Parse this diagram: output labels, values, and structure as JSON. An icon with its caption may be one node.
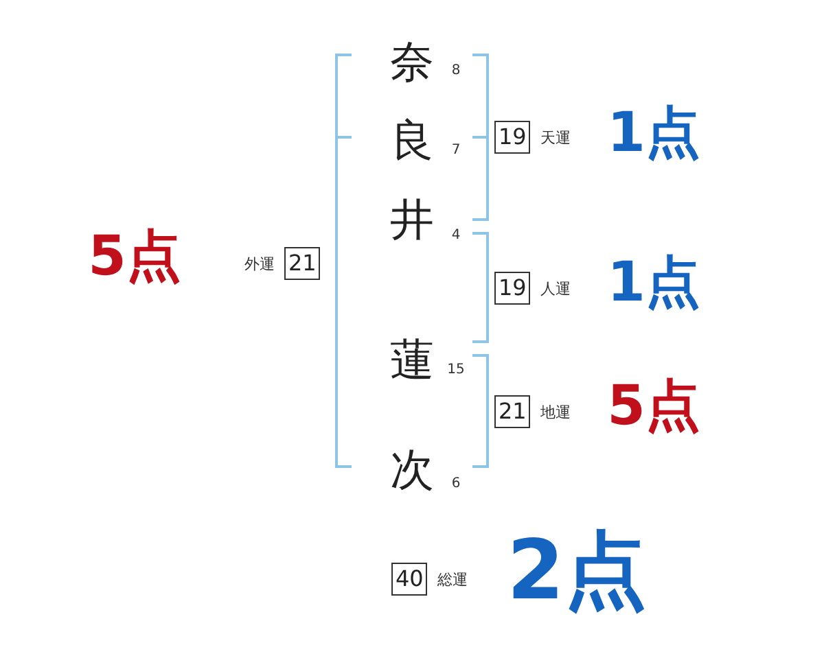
{
  "diagram": {
    "nodes": [
      {
        "text": [
          "19"
        ],
        "beside": [
          "天運"
        ]
      },
      {
        "text": [
          "21"
        ],
        "beside": [
          "外運"
        ]
      },
      {
        "text": [
          "19"
        ],
        "beside": [
          "人運"
        ]
      },
      {
        "text": [
          "21"
        ],
        "beside": [
          "地運"
        ]
      },
      {
        "text": [
          "40"
        ],
        "beside": [
          "総運"
        ]
      }
    ],
    "labels": [
      "奈",
      "8",
      "良",
      "7",
      "1点",
      "井",
      "4",
      "5点",
      "1点",
      "蓮",
      "15",
      "5点",
      "次",
      "6",
      "2点"
    ]
  }
}
